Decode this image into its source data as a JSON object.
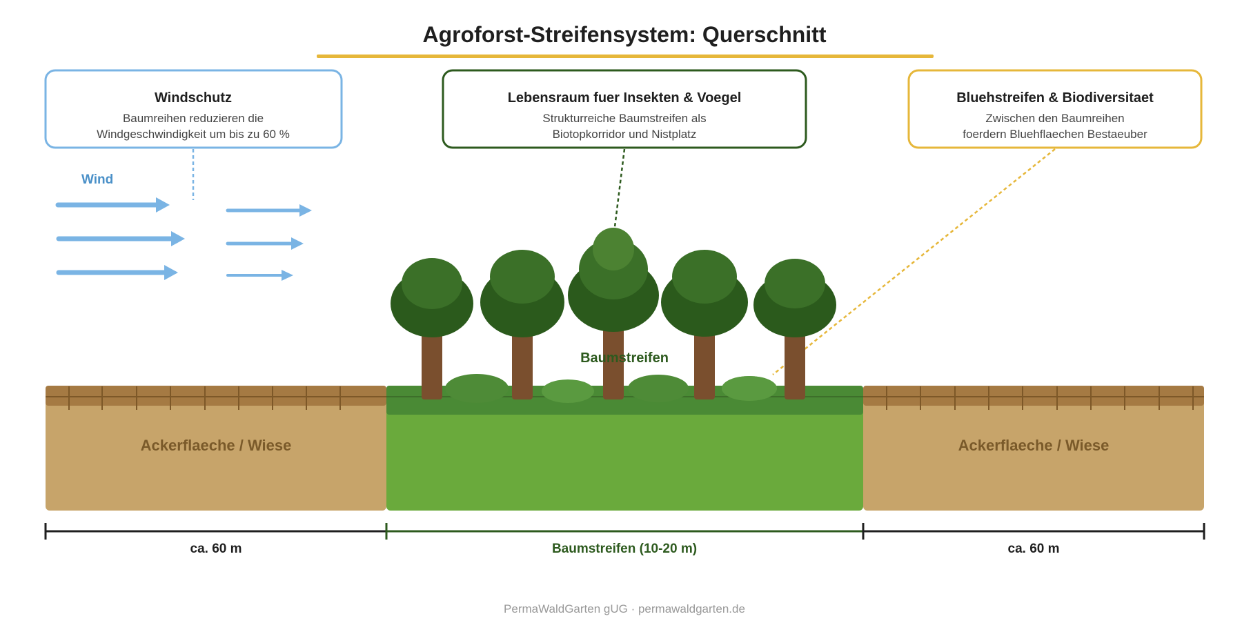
{
  "title": "Agroforst-Streifensystem: Querschnitt",
  "colors": {
    "title_underline": "#e6b73a",
    "wind_blue": "#7ab4e4",
    "wind_text": "#4a90c8",
    "insect_green": "#2d5a1e",
    "bloom_yellow": "#e6b73a",
    "soil_top": "#a57a43",
    "soil": "#c7a46a",
    "grass_dark": "#4a8a35",
    "grass": "#6aaa3c",
    "trunk": "#7a4f2e",
    "crown_dark": "#2b5a1c",
    "crown_mid": "#3b7028",
    "crown_light": "#4c8232",
    "shrub": "#4e8b37"
  },
  "callouts": {
    "windschutz": {
      "title": "Windschutz",
      "line1": "Baumreihen reduzieren die",
      "line2": "Windgeschwindigkeit um bis zu 60 %"
    },
    "lebensraum": {
      "title": "Lebensraum fuer Insekten & Voegel",
      "line1": "Strukturreiche Baumstreifen als",
      "line2": "Biotopkorridor und Nistplatz"
    },
    "bluehstreifen": {
      "title": "Bluehstreifen & Biodiversitaet",
      "line1": "Zwischen den Baumreihen",
      "line2": "foerdern Bluehflaechen Bestaeuber"
    }
  },
  "wind": {
    "label": "Wind",
    "icon": "wind-arrow-icon"
  },
  "fields": {
    "left": "Ackerflaeche / Wiese",
    "strip": "Baumstreifen",
    "right": "Ackerflaeche / Wiese"
  },
  "dimensions": {
    "left": "ca. 60 m",
    "middle": "Baumstreifen (10-20 m)",
    "right": "ca. 60 m"
  },
  "footer": "PermaWaldGarten gUG · permawaldgarten.de"
}
